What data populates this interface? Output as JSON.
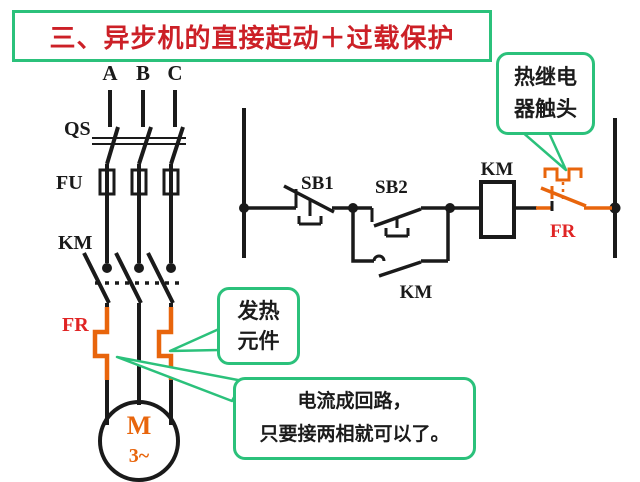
{
  "title": "三、异步机的直接起动＋过载保护",
  "colors": {
    "green": "#2BC17B",
    "orange": "#E8650C",
    "red_title": "#CC2027",
    "red_label": "#E02424",
    "black": "#1A1A1A"
  },
  "power_circuit": {
    "phase_labels": [
      "A",
      "B",
      "C"
    ],
    "switch_label": "QS",
    "fuse_label": "FU",
    "contactor_label": "KM",
    "thermal_relay_label": "FR",
    "motor_letter": "M",
    "motor_phase": "3~"
  },
  "control_circuit": {
    "stop_button_label": "SB1",
    "start_button_label": "SB2",
    "selfhold_contact_label": "KM",
    "coil_label": "KM",
    "thermal_contact_label": "FR"
  },
  "callouts": {
    "thermal_contact": {
      "lines": [
        "热继电",
        "器触头"
      ]
    },
    "heating_element": {
      "lines": [
        "发热",
        "元件"
      ]
    },
    "loop_note": {
      "lines": [
        "电流成回路，",
        "只要接两相就可以了。"
      ]
    }
  }
}
